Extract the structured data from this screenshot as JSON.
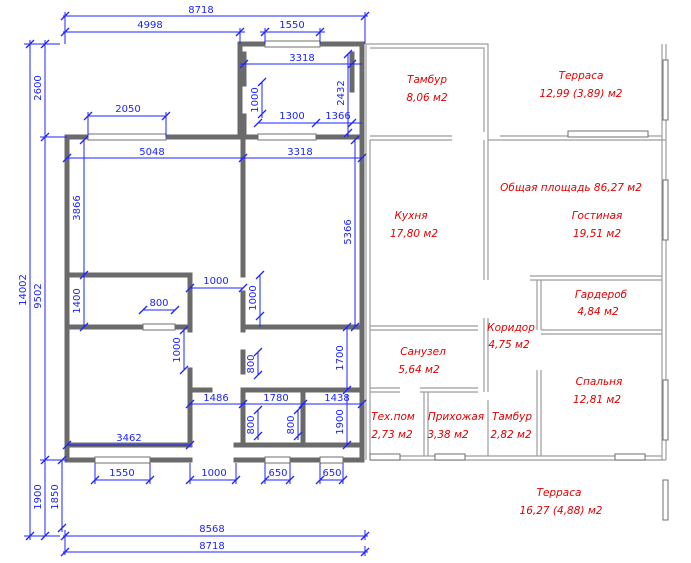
{
  "dimensions": {
    "top_total": "8718",
    "top_left": "4998",
    "top_right": "1550",
    "bottom_total_inner": "8568",
    "bottom_total": "8718",
    "left_total": "14002",
    "left_main": "9502",
    "left_top": "2600",
    "left_bottom": "1900",
    "left_porch": "1850",
    "vestibule_width": "3318",
    "vestibule_door_h": "1000",
    "vestibule_right_h": "2432",
    "opening_1300": "1300",
    "opening_1366": "1366",
    "top_window": "2050",
    "room_width_left": "5048",
    "room_width_right": "3318",
    "height_3866": "3866",
    "height_5366": "5366",
    "height_1400": "1400",
    "door_1000_a": "1000",
    "door_1000_b": "1000",
    "window_800": "800",
    "door_1000_c": "1000",
    "door_800_a": "800",
    "height_1700": "1700",
    "width_1486": "1486",
    "width_1780": "1780",
    "width_1438": "1438",
    "door_800_b": "800",
    "door_800_c": "800",
    "height_1900": "1900",
    "width_3462": "3462",
    "window_1550": "1550",
    "door_1000_d": "1000",
    "window_650_a": "650",
    "window_650_b": "650"
  },
  "rooms": {
    "tambur_top_name": "Тамбур",
    "tambur_top_area": "8,06 м2",
    "terrace_top_name": "Терраса",
    "terrace_top_area": "12,99 (3,89) м2",
    "total_area": "Общая площадь 86,27 м2",
    "kitchen_name": "Кухня",
    "kitchen_area": "17,80 м2",
    "living_name": "Гостиная",
    "living_area": "19,51 м2",
    "wardrobe_name": "Гардероб",
    "wardrobe_area": "4,84 м2",
    "corridor_name": "Коридор",
    "corridor_area": "4,75 м2",
    "bathroom_name": "Санузел",
    "bathroom_area": "5,64 м2",
    "bedroom_name": "Спальня",
    "bedroom_area": "12,81 м2",
    "tech_name": "Тех.пом",
    "tech_area": "2,73 м2",
    "hall_name": "Прихожая",
    "hall_area": "3,38 м2",
    "tambur_small_name": "Тамбур",
    "tambur_small_area": "2,82 м2",
    "terrace_bottom_name": "Терраса",
    "terrace_bottom_area": "16,27 (4,88) м2"
  },
  "colors": {
    "dimension": "#1d24ff",
    "room_label": "#e30000",
    "wall": "#6a6a6a"
  }
}
